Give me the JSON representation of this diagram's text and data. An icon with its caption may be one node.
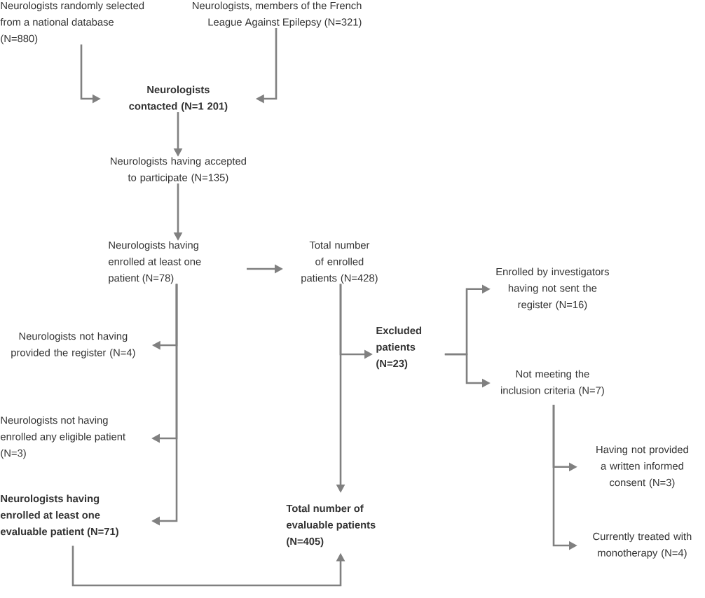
{
  "diagram": {
    "nodes": [
      {
        "text": [
          "Neurologists randomly selected from a national database (N=880)"
        ]
      },
      {
        "text": [
          "Neurologists, members of the French League Against Epilepsy (N=321)"
        ]
      },
      {
        "text": [
          "Neurologists contacted (N=1 201)"
        ]
      },
      {
        "text": [
          "Neurologists having accepted to participate (N=135)"
        ]
      },
      {
        "text": [
          "Neurologists having enrolled at least one patient (N=78)"
        ]
      },
      {
        "text": [
          "Total number of enrolled patients (N=428)"
        ]
      },
      {
        "text": [
          "Neurologists not having provided the register (N=4)"
        ]
      },
      {
        "text": [
          "Neurologists not having enrolled any eligible patient (N=3)"
        ]
      },
      {
        "text": [
          "Neurologists having enrolled at least one evaluable patient (N=71)"
        ]
      },
      {
        "text": [
          "Excluded patients (N=23)"
        ]
      },
      {
        "text": [
          "Total number of evaluable patients (N=405)"
        ]
      },
      {
        "text": [
          "Enrolled by investigators having not sent the register (N=16)"
        ]
      },
      {
        "text": [
          "Not meeting the inclusion criteria (N=7)"
        ]
      },
      {
        "text": [
          "Having not provided a written informed consent (N=3)"
        ]
      },
      {
        "text": [
          "Currently treated with monotherapy (N=4)"
        ]
      }
    ],
    "edges": [
      {
        "from": 0,
        "to": 2,
        "arrow": "to"
      },
      {
        "from": 1,
        "to": 2,
        "arrow": "to"
      },
      {
        "from": 2,
        "to": 3,
        "arrow": "to"
      },
      {
        "from": 3,
        "to": 4,
        "arrow": "to"
      },
      {
        "from": 4,
        "to": 5,
        "arrow": "to"
      },
      {
        "from": 4,
        "to": 6,
        "arrow": "to"
      },
      {
        "from": 4,
        "to": 7,
        "arrow": "to"
      },
      {
        "from": 4,
        "to": 8,
        "arrow": "to"
      },
      {
        "from": 5,
        "to": 9,
        "arrow": "to"
      },
      {
        "from": 5,
        "to": 10,
        "arrow": "to"
      },
      {
        "from": 9,
        "to": 11,
        "arrow": "to"
      },
      {
        "from": 9,
        "to": 12,
        "arrow": "to"
      },
      {
        "from": 12,
        "to": 13,
        "arrow": "to"
      },
      {
        "from": 12,
        "to": 14,
        "arrow": "to"
      },
      {
        "from": 8,
        "to": 10,
        "arrow": "to"
      }
    ]
  }
}
